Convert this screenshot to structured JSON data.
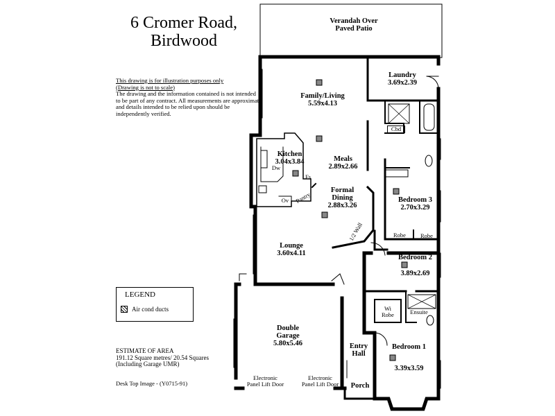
{
  "header": {
    "address_line1": "6 Cromer Road,",
    "address_line2": "Birdwood"
  },
  "disclaimer": {
    "line1": "This drawing is for illustration purposes only",
    "line2": "(Drawing is not to scale)",
    "body": "The drawing and the information contained is not intended to be part of any contract.  All measurements are approximate and details intended to be relied upon should be independently verified."
  },
  "legend": {
    "title": "LEGEND",
    "item": "Air cond ducts"
  },
  "estimate": {
    "title": "ESTIMATE OF AREA",
    "line1": "191.12 Square metres/  20.54 Squares",
    "line2": "(Including Garage UMR)"
  },
  "image_ref": "Desk Top Image - (Y0715-91)",
  "rooms": {
    "verandah": {
      "name1": "Verandah Over",
      "name2": "Paved Patio"
    },
    "family": {
      "name": "Family/Living",
      "dims": "5.59x4.13"
    },
    "laundry": {
      "name": "Laundry",
      "dims": "3.69x2.39"
    },
    "kitchen": {
      "name": "Kitchen",
      "dims": "3.04x3.84"
    },
    "meals": {
      "name": "Meals",
      "dims": "2.89x2.66"
    },
    "formal": {
      "name1": "Formal",
      "name2": "Dining",
      "dims": "2.88x3.26"
    },
    "bed3": {
      "name": "Bedroom 3",
      "dims": "2.70x3.29"
    },
    "lounge": {
      "name": "Lounge",
      "dims": "3.60x4.11"
    },
    "bed2": {
      "name": "Bedroom 2",
      "dims": "3.89x2.69"
    },
    "garage": {
      "name1": "Double",
      "name2": "Garage",
      "dims": "5.80x5.46"
    },
    "entry": {
      "name1": "Entry",
      "name2": "Hall"
    },
    "bed1": {
      "name": "Bedroom 1",
      "dims": "3.39x3.59"
    },
    "porch": {
      "name": "Porch"
    }
  },
  "fixtures": {
    "cbd": "Cbd",
    "dw": "Dw",
    "fs": "Fs",
    "ov": "Ov",
    "pantry": "Pantry",
    "half_wall": "1/2 Wall",
    "robe1": "Robe",
    "robe2": "Robe",
    "wi_robe1": "Wi",
    "wi_robe2": "Robe",
    "ensuite": "Ensuite",
    "door1_1": "Electronic",
    "door1_2": "Panel Lift Door",
    "door2_1": "Electronic",
    "door2_2": "Panel Lift Door"
  }
}
